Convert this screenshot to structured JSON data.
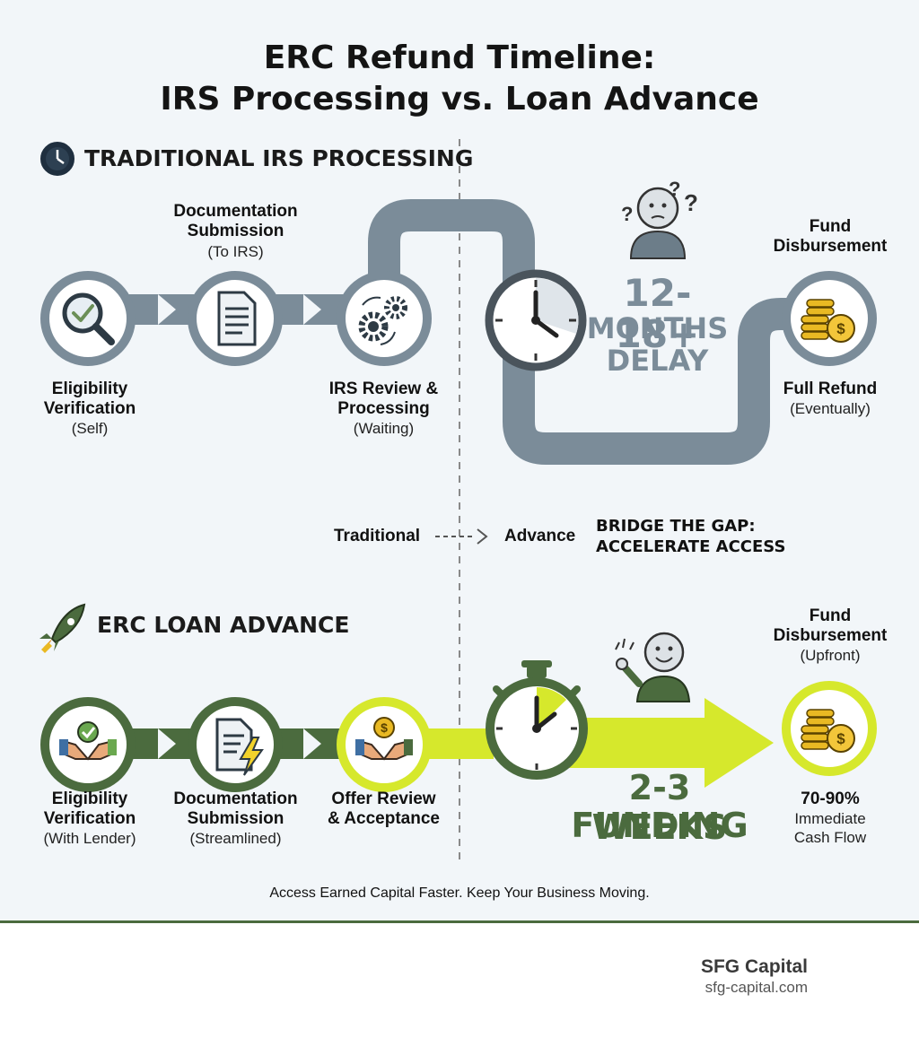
{
  "title": {
    "line1": "ERC Refund Timeline:",
    "line2": "IRS Processing vs. Loan Advance"
  },
  "traditional": {
    "heading": "TRADITIONAL IRS PROCESSING",
    "steps": [
      {
        "label": "Eligibility\nVerification",
        "sub": "(Self)",
        "icon": "magnifier-check-icon"
      },
      {
        "label": "Documentation\nSubmission",
        "sub": "(To IRS)",
        "icon": "document-icon"
      },
      {
        "label": "IRS Review &\nProcessing",
        "sub": "(Waiting)",
        "icon": "gears-icon"
      },
      {
        "label": "Full Refund",
        "sub": "(Eventually)",
        "icon": "coins-icon"
      }
    ],
    "delay": {
      "line1": "12-18+",
      "line2": "MONTHS",
      "line3": "DELAY"
    },
    "disbursement": {
      "line1": "Fund",
      "line2": "Disbursement"
    }
  },
  "bridge": {
    "from": "Traditional",
    "to": "Advance",
    "headline1": "BRIDGE THE GAP:",
    "headline2": "ACCELERATE ACCESS"
  },
  "advance": {
    "heading": "ERC LOAN ADVANCE",
    "steps": [
      {
        "label": "Eligibility\nVerification",
        "sub": "(With Lender)",
        "icon": "handshake-check-icon"
      },
      {
        "label": "Documentation\nSubmission",
        "sub": "(Streamlined)",
        "icon": "document-bolt-icon"
      },
      {
        "label": "Offer Review\n& Acceptance",
        "sub": "",
        "icon": "handshake-dollar-icon"
      },
      {
        "label": "70-90%",
        "sub": "Immediate\nCash Flow",
        "icon": "coins-icon"
      }
    ],
    "funding": {
      "line1": "2-3 WEEKS",
      "line2": "FUNDING"
    },
    "disbursement": {
      "line1": "Fund",
      "line2": "Disbursement",
      "line3": "(Upfront)"
    }
  },
  "tagline": "Access Earned Capital Faster. Keep Your Business Moving.",
  "brand": {
    "name": "SFG Capital",
    "url": "sfg-capital.com"
  },
  "colors": {
    "gray": "#7b8c99",
    "darkgreen": "#4b6b3e",
    "lime": "#d6e82c",
    "gold": "#e9b923",
    "background": "#f2f6f9"
  }
}
